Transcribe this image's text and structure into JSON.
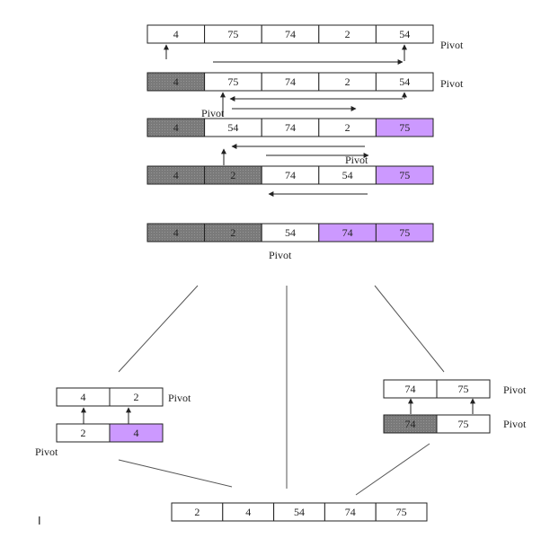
{
  "colors": {
    "sorted": "#808080",
    "pivot_placed": "#cc99ff",
    "empty": "#ffffff",
    "border": "#222222",
    "line": "#333333"
  },
  "arrays": [
    {
      "id": "step1",
      "cells": [
        {
          "v": "4",
          "s": "empty"
        },
        {
          "v": "75",
          "s": "empty"
        },
        {
          "v": "74",
          "s": "empty"
        },
        {
          "v": "2",
          "s": "empty"
        },
        {
          "v": "54",
          "s": "empty"
        }
      ]
    },
    {
      "id": "step2",
      "cells": [
        {
          "v": "4",
          "s": "sorted"
        },
        {
          "v": "75",
          "s": "empty"
        },
        {
          "v": "74",
          "s": "empty"
        },
        {
          "v": "2",
          "s": "empty"
        },
        {
          "v": "54",
          "s": "empty"
        }
      ]
    },
    {
      "id": "step3",
      "cells": [
        {
          "v": "4",
          "s": "sorted"
        },
        {
          "v": "54",
          "s": "empty"
        },
        {
          "v": "74",
          "s": "empty"
        },
        {
          "v": "2",
          "s": "empty"
        },
        {
          "v": "75",
          "s": "pivot_placed"
        }
      ]
    },
    {
      "id": "step4",
      "cells": [
        {
          "v": "4",
          "s": "sorted"
        },
        {
          "v": "2",
          "s": "sorted"
        },
        {
          "v": "74",
          "s": "empty"
        },
        {
          "v": "54",
          "s": "empty"
        },
        {
          "v": "75",
          "s": "pivot_placed"
        }
      ]
    },
    {
      "id": "step5",
      "cells": [
        {
          "v": "4",
          "s": "sorted"
        },
        {
          "v": "2",
          "s": "sorted"
        },
        {
          "v": "54",
          "s": "empty"
        },
        {
          "v": "74",
          "s": "pivot_placed"
        },
        {
          "v": "75",
          "s": "pivot_placed"
        }
      ]
    },
    {
      "id": "left-top",
      "cells": [
        {
          "v": "4",
          "s": "empty"
        },
        {
          "v": "2",
          "s": "empty"
        }
      ]
    },
    {
      "id": "left-bottom",
      "cells": [
        {
          "v": "2",
          "s": "empty"
        },
        {
          "v": "4",
          "s": "pivot_placed"
        }
      ]
    },
    {
      "id": "right-top",
      "cells": [
        {
          "v": "74",
          "s": "empty"
        },
        {
          "v": "75",
          "s": "empty"
        }
      ]
    },
    {
      "id": "right-bottom",
      "cells": [
        {
          "v": "74",
          "s": "sorted"
        },
        {
          "v": "75",
          "s": "empty"
        }
      ]
    },
    {
      "id": "final",
      "cells": [
        {
          "v": "2",
          "s": "empty"
        },
        {
          "v": "4",
          "s": "empty"
        },
        {
          "v": "54",
          "s": "empty"
        },
        {
          "v": "74",
          "s": "empty"
        },
        {
          "v": "75",
          "s": "empty"
        }
      ]
    }
  ],
  "labels": {
    "step1_pivot": "Pivot",
    "step2_pivot": "Pivot",
    "step3_pivot_left": "Pivot",
    "step4_pivot": "Pivot",
    "step5_pivot": "Pivot",
    "left_top_pivot": "Pivot",
    "left_bottom_pivot": "Pivot",
    "right_top_pivot": "Pivot",
    "right_bottom_pivot": "Pivot",
    "cursor_mark": "I"
  }
}
